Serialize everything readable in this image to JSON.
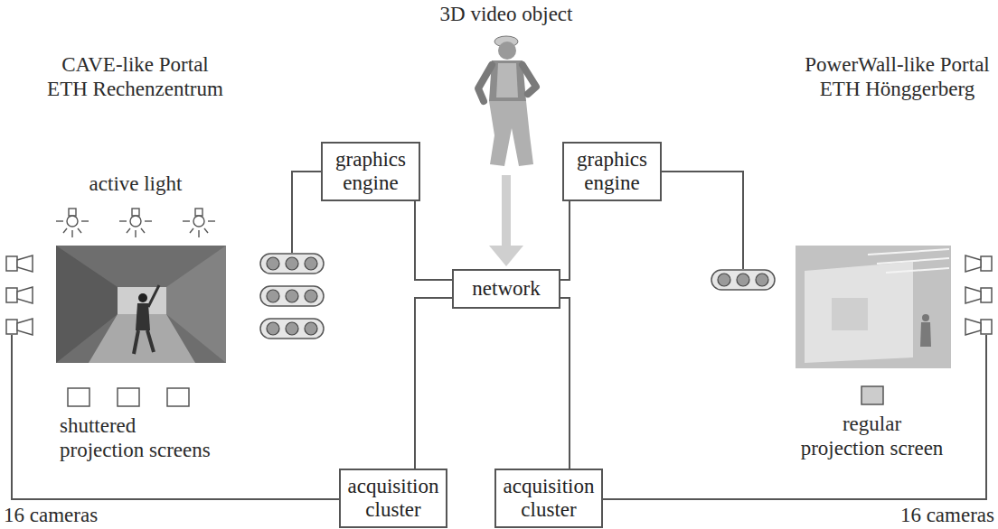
{
  "diagram": {
    "nodes": [
      {
        "text": [
          "graphics engine"
        ]
      },
      {
        "text": [
          "graphics engine"
        ]
      },
      {
        "text": [
          "network"
        ]
      },
      {
        "text": [
          "acquisition cluster"
        ]
      },
      {
        "text": [
          "acquisition cluster"
        ]
      }
    ],
    "edges": [
      {
        "from": 0,
        "to": 2,
        "arrow": "none"
      },
      {
        "from": 1,
        "to": 2,
        "arrow": "none"
      },
      {
        "from": 3,
        "to": 2,
        "arrow": "none"
      },
      {
        "from": 4,
        "to": 2,
        "arrow": "none"
      }
    ],
    "labels": [
      "3D video object",
      "CAVE-like Portal ETH Rechenzentrum",
      "PowerWall-like Portal ETH Hönggerberg",
      "active light",
      "shuttered projection screens",
      "regular projection screen",
      "16 cameras",
      "16 cameras"
    ]
  }
}
